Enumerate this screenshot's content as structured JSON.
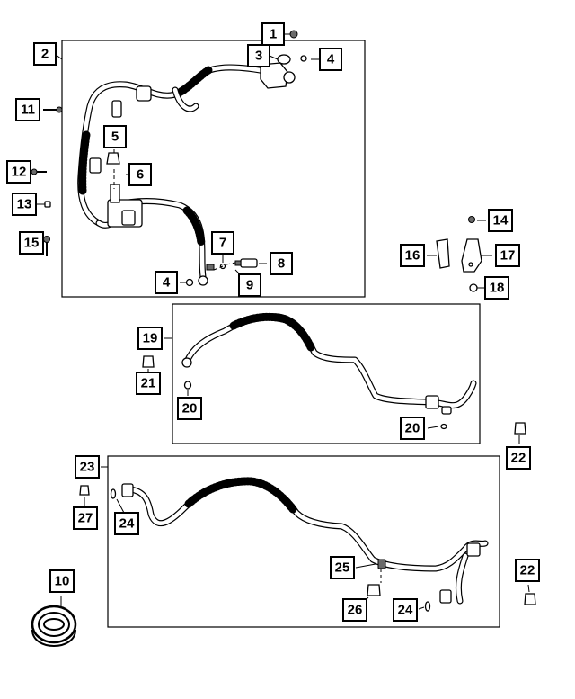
{
  "diagram": {
    "callouts": [
      "1",
      "2",
      "3",
      "4",
      "5",
      "6",
      "7",
      "8",
      "9",
      "4",
      "11",
      "12",
      "13",
      "15",
      "14",
      "16",
      "17",
      "18",
      "19",
      "21",
      "20",
      "20",
      "22",
      "23",
      "27",
      "24",
      "25",
      "26",
      "24",
      "22",
      "10"
    ]
  },
  "colors": {
    "ink": "#000000",
    "paper": "#ffffff",
    "fitting": "#6a6a6a"
  }
}
